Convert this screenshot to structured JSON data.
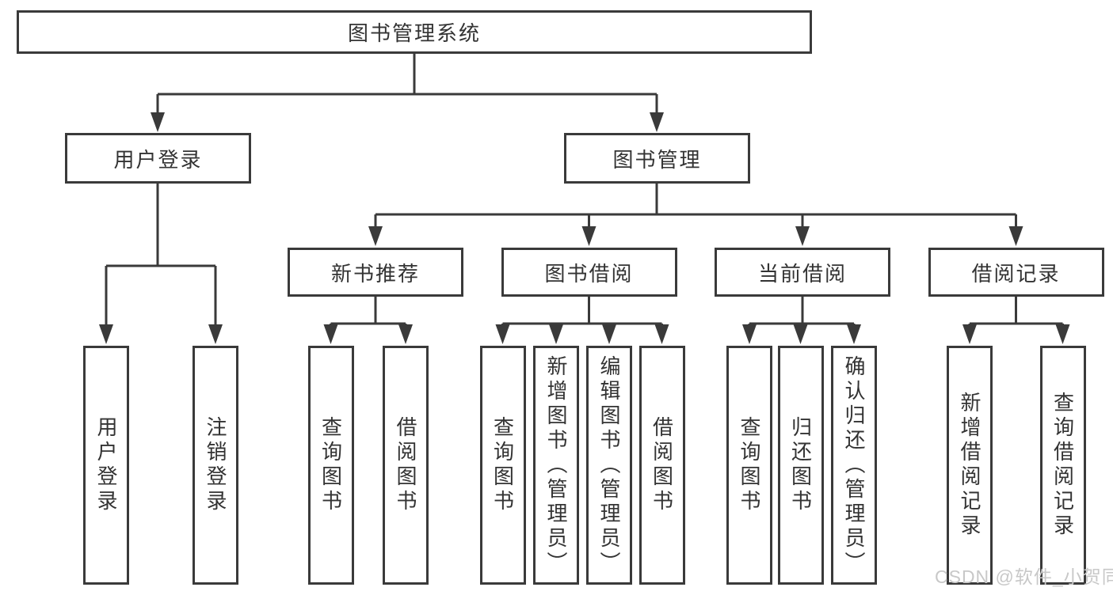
{
  "tree": {
    "root": "图书管理系统",
    "level2": [
      {
        "label": "用户登录",
        "leaves": [
          "用户登录",
          "注销登录"
        ]
      },
      {
        "label": "图书管理",
        "groups": [
          {
            "label": "新书推荐",
            "leaves": [
              "查询图书",
              "借阅图书"
            ]
          },
          {
            "label": "图书借阅",
            "leaves": [
              "查询图书",
              "新增图书（管理员）",
              "编辑图书（管理员）",
              "借阅图书"
            ]
          },
          {
            "label": "当前借阅",
            "leaves": [
              "查询图书",
              "归还图书",
              "确认归还（管理员）"
            ]
          },
          {
            "label": "借阅记录",
            "leaves": [
              "新增借阅记录",
              "查询借阅记录"
            ]
          }
        ]
      }
    ]
  },
  "watermark": "CSDN @软件_小贺同学",
  "colors": {
    "line": "#3a3a3a",
    "text": "#333333",
    "background": "#ffffff",
    "watermark": "#c8c8c8"
  }
}
